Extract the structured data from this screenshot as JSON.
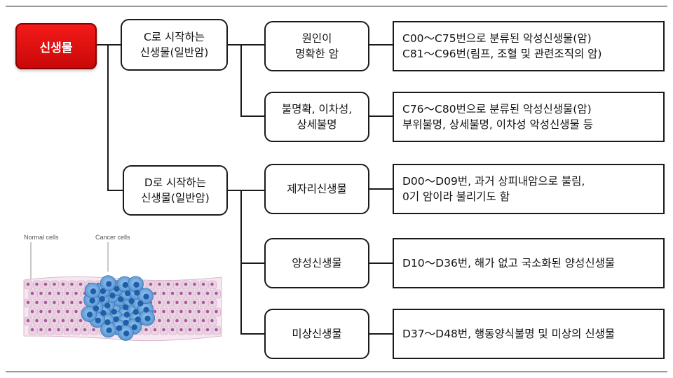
{
  "root": {
    "label": "신생물"
  },
  "categories": [
    {
      "label": "C로 시작하는\n신생물(일반암)"
    },
    {
      "label": "D로 시작하는\n신생물(일반암)"
    }
  ],
  "subtypes": [
    {
      "label": "원인이\n명확한 암",
      "description": "C00～C75번으로 분류된 악성신생물(암)\nC81～C96번(림프, 조혈 및 관련조직의 암)"
    },
    {
      "label": "불명확, 이차성,\n상세불명",
      "description": "C76～C80번으로 분류된 악성신생물(암)\n부위불명, 상세불명, 이차성 악성신생물 등"
    },
    {
      "label": "제자리신생물",
      "description": "D00～D09번, 과거 상피내암으로 불림,\n0기 암이라 불리기도 함"
    },
    {
      "label": "양성신생물",
      "description": "D10～D36번, 해가 없고 국소화된 양성신생물"
    },
    {
      "label": "미상신생물",
      "description": "D37～D48번, 행동양식불명 및 미상의 신생물"
    }
  ],
  "illustration": {
    "normal_label": "Normal cells",
    "cancer_label": "Cancer cells"
  },
  "colors": {
    "root_red": "#e00000",
    "cancer_blue": "#5a9ad8",
    "normal_pink": "#ecd3e4"
  }
}
